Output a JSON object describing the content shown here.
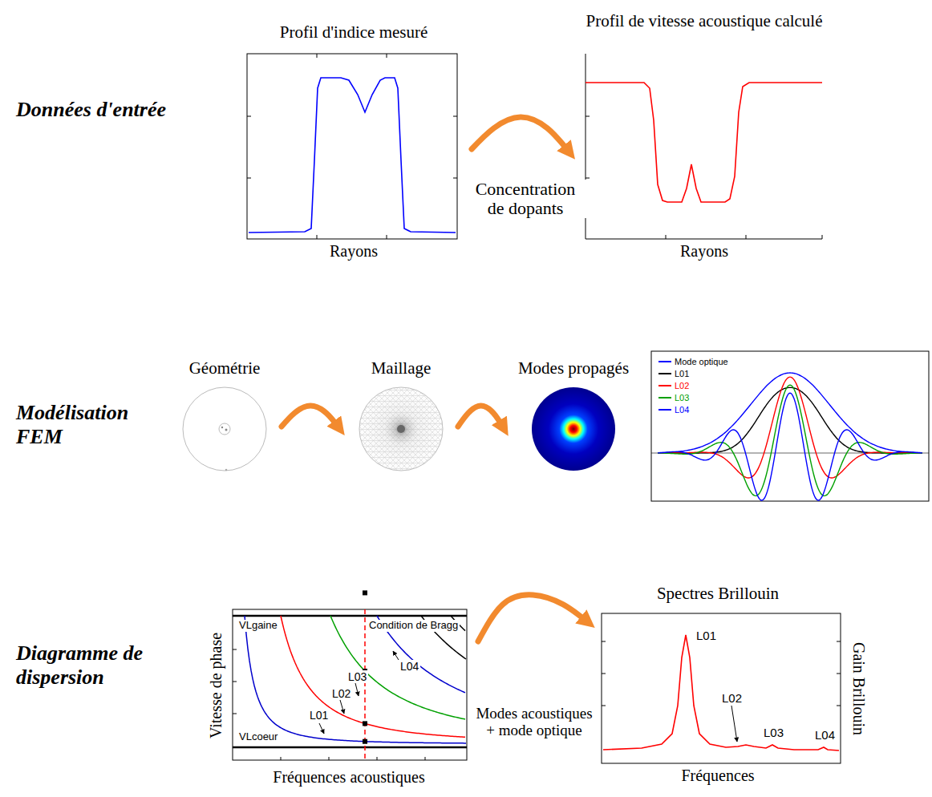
{
  "diagram": {
    "nodes": [
      {
        "text": [
          "Profil d'indice mesuré",
          "Rayons"
        ]
      },
      {
        "text": [
          "Profil de vitesse acoustique calculé",
          "Rayons"
        ]
      },
      {
        "text": [
          "Géométrie"
        ]
      },
      {
        "text": [
          "Maillage"
        ]
      },
      {
        "text": [
          "Modes propagés"
        ]
      },
      {
        "text": [
          "Vitesse de phase",
          "Fréquences acoustiques"
        ]
      },
      {
        "text": [
          "Spectres Brillouin",
          "Gain Brillouin",
          "Fréquences"
        ]
      }
    ],
    "edges": [
      {
        "from": 0,
        "to": 1,
        "arrow": "to",
        "label": "Concentration de dopants"
      },
      {
        "from": 2,
        "to": 3,
        "arrow": "to"
      },
      {
        "from": 3,
        "to": 4,
        "arrow": "to"
      },
      {
        "from": 5,
        "to": 6,
        "arrow": "to",
        "label": "Modes acoustiques + mode optique"
      }
    ],
    "labels": [
      "Données d'entrée",
      "Modélisation FEM",
      "Diagramme de dispersion",
      "VLgaine",
      "Condition de Bragg",
      "L01",
      "L02",
      "L03",
      "L04",
      "VLcoeur",
      "L01",
      "L02",
      "L03",
      "L04"
    ],
    "legend": [
      {
        "text": "Mode optique"
      },
      {
        "text": "L01"
      },
      {
        "text": "L02"
      },
      {
        "text": "L03"
      },
      {
        "text": "L04"
      }
    ]
  }
}
